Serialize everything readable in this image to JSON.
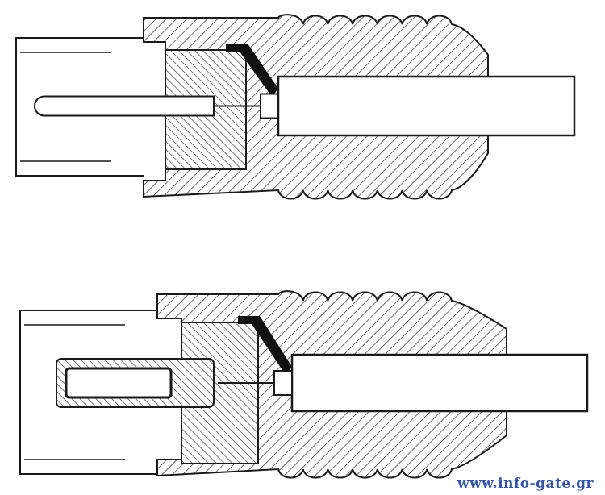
{
  "watermark": "www.info-gate.gr",
  "colors": {
    "line": "#1a1a1a",
    "watermark": "#3556a6",
    "fill": "#ffffff"
  },
  "figures": [
    {
      "name": "male-coax-connector",
      "state": "top"
    },
    {
      "name": "female-coax-connector",
      "state": "bottom"
    }
  ]
}
